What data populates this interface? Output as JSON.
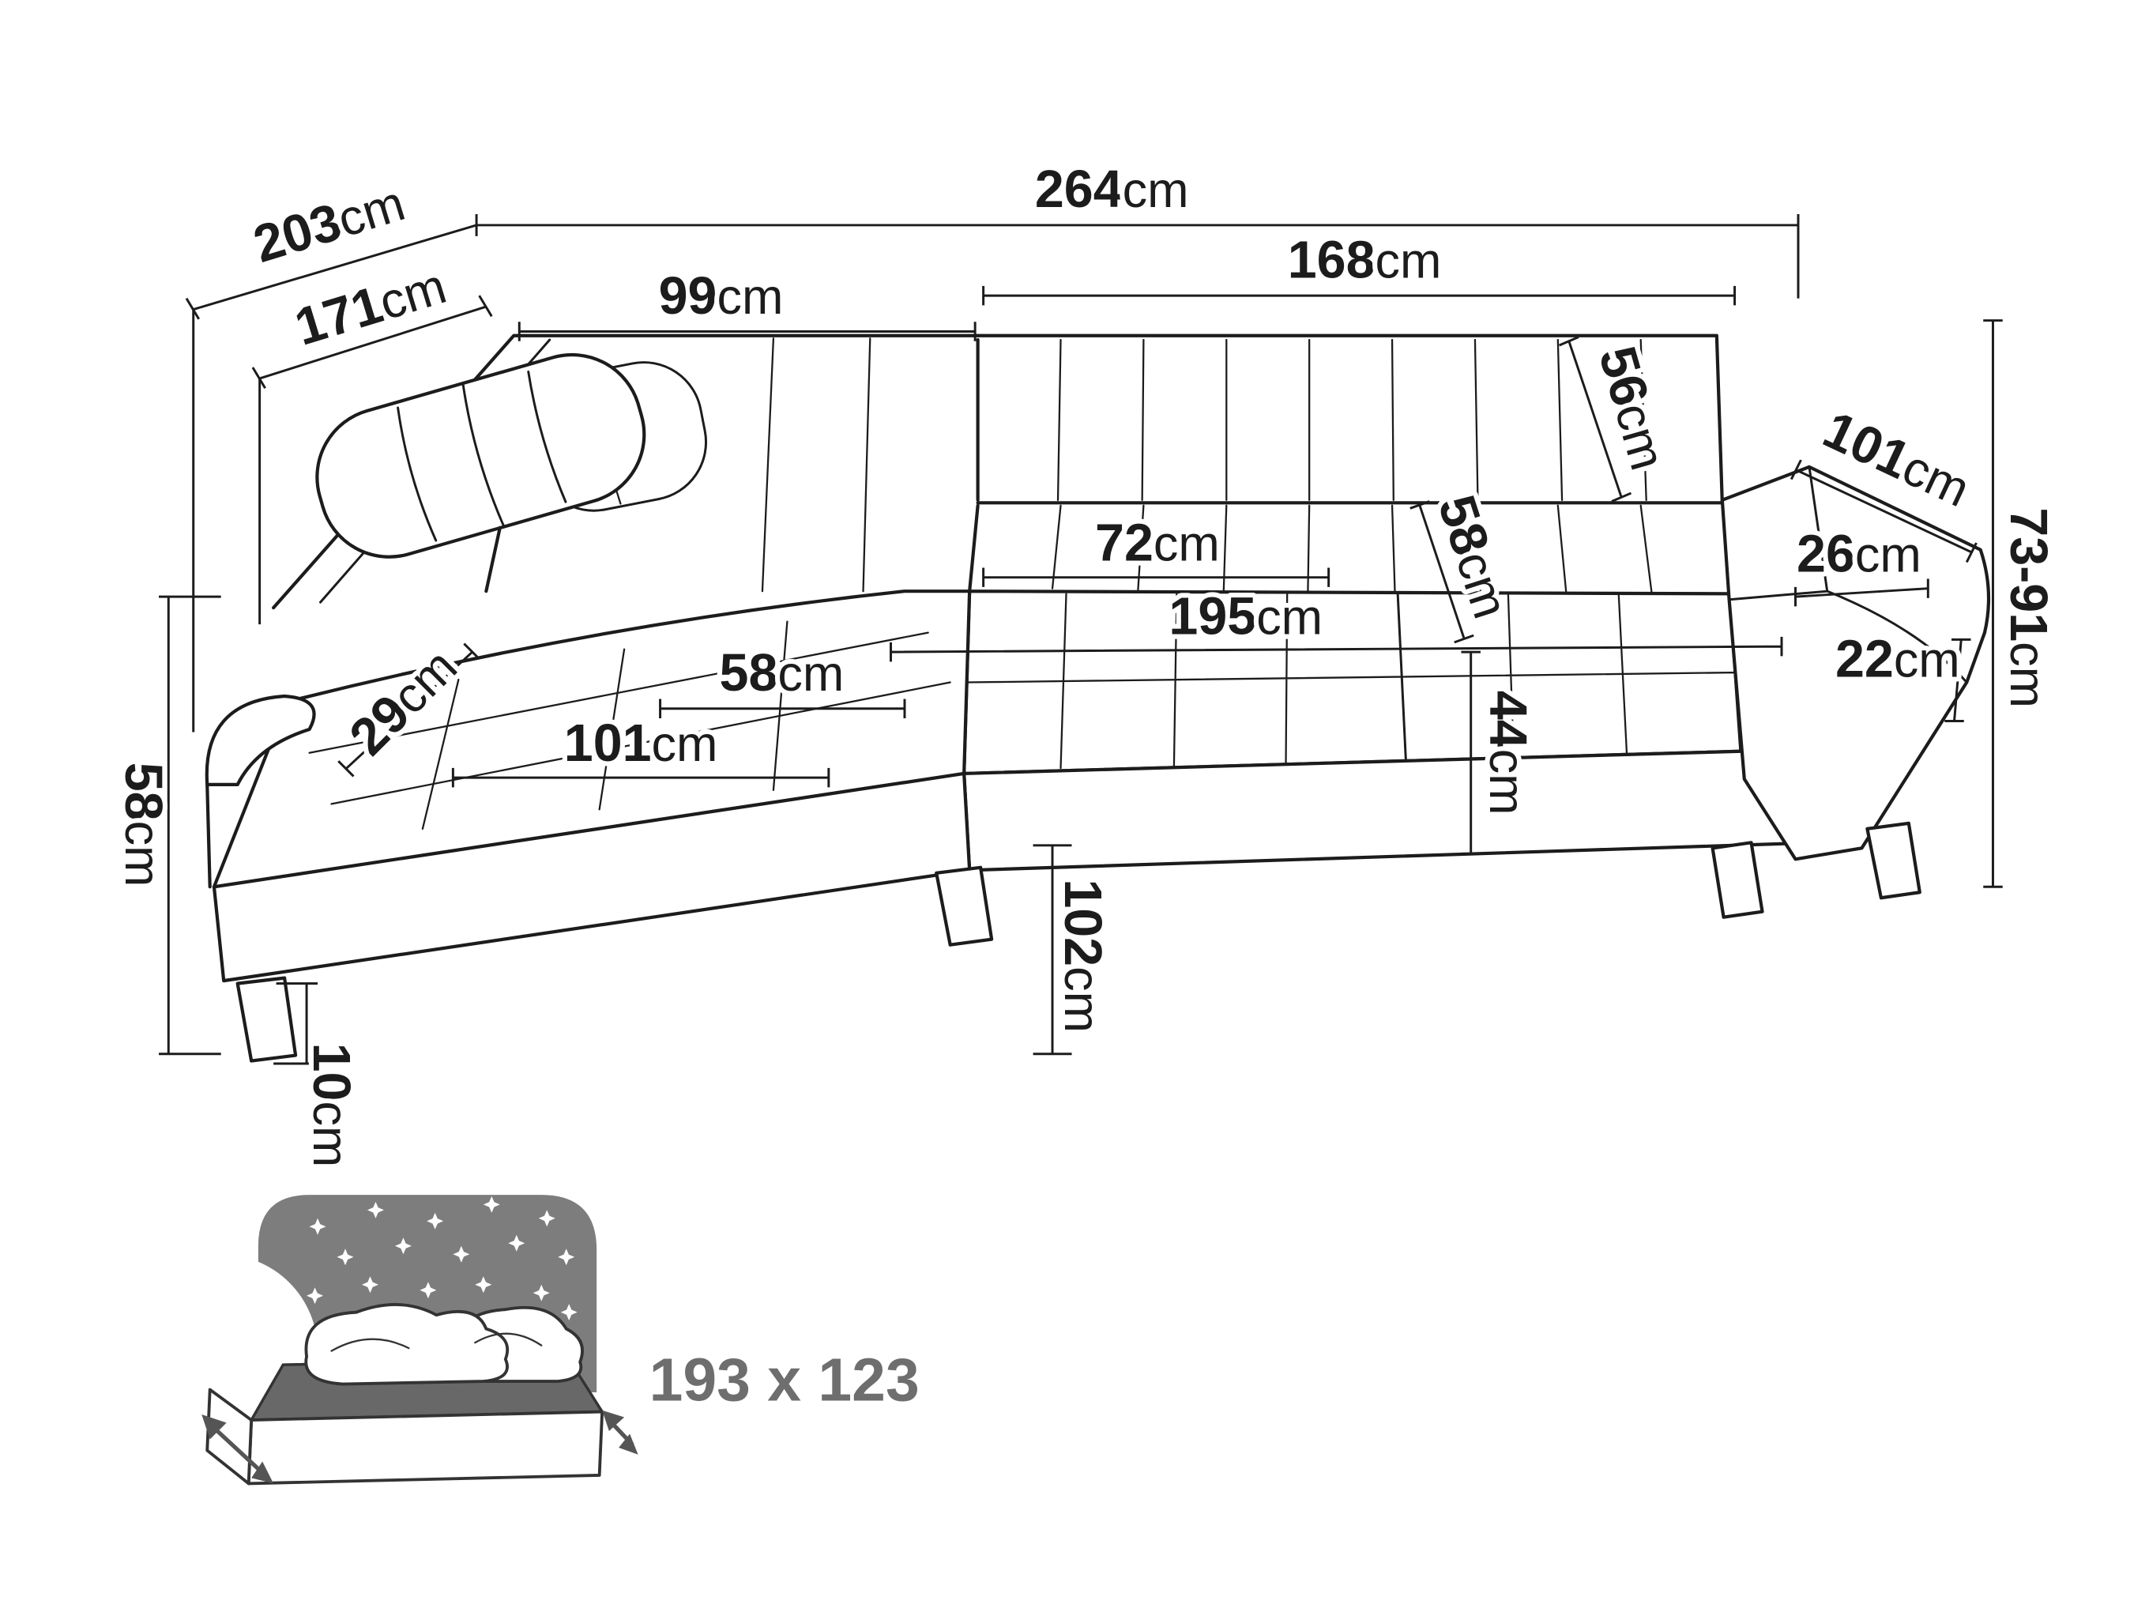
{
  "diagram": {
    "type": "furniture-dimension-diagram",
    "subject": "corner sofa bed with chaise, headrest and fold-out sleeping function",
    "unit": "cm"
  },
  "colors": {
    "line": "#1c1c1c",
    "icon_gray": "#7d7d7d",
    "label_gray": "#6e6e6e",
    "background": "#ffffff"
  },
  "icons": {
    "bed_icon": "sofa-bed-sleeping-function",
    "stars_icon": "night-sky-four-point-stars"
  },
  "dims": {
    "total_width": {
      "value": "264",
      "unit": "cm"
    },
    "back_depth": {
      "value": "203",
      "unit": "cm"
    },
    "inner_depth": {
      "value": "171",
      "unit": "cm"
    },
    "back_left_width": {
      "value": "99",
      "unit": "cm"
    },
    "right_width": {
      "value": "168",
      "unit": "cm"
    },
    "backrest_height": {
      "value": "56",
      "unit": "cm"
    },
    "armrest_depth": {
      "value": "101",
      "unit": "cm"
    },
    "armrest_width": {
      "value": "26",
      "unit": "cm"
    },
    "back_height_range": {
      "value": "73-91",
      "unit": "cm"
    },
    "seat_depth": {
      "value": "72",
      "unit": "cm"
    },
    "back_cushion_height": {
      "value": "58",
      "unit": "cm"
    },
    "seat_width": {
      "value": "195",
      "unit": "cm"
    },
    "armrest_height": {
      "value": "22",
      "unit": "cm"
    },
    "chaise_arm_width": {
      "value": "29",
      "unit": "cm"
    },
    "chaise_seat_width": {
      "value": "58",
      "unit": "cm"
    },
    "chaise_length": {
      "value": "101",
      "unit": "cm"
    },
    "seat_height": {
      "value": "44",
      "unit": "cm"
    },
    "side_height": {
      "value": "58",
      "unit": "cm"
    },
    "leg_height": {
      "value": "10",
      "unit": "cm"
    },
    "chaise_depth": {
      "value": "102",
      "unit": "cm"
    }
  },
  "bed": {
    "sleeping_area": "193 x 123"
  }
}
